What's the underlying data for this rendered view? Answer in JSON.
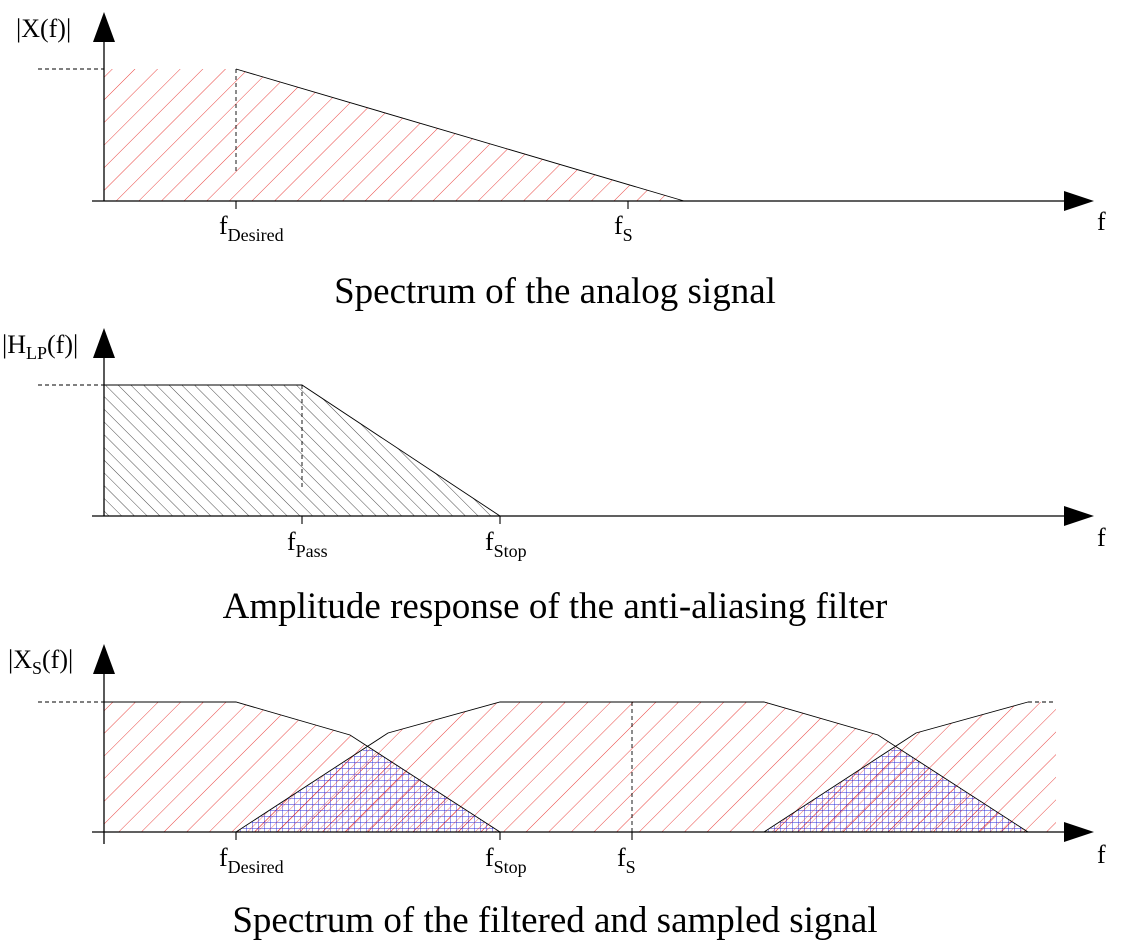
{
  "panel1": {
    "y_label_main": "|X(f)|",
    "x_label": "f",
    "ticks": [
      {
        "main": "f",
        "sub": "Desired"
      },
      {
        "main": "f",
        "sub": "S"
      }
    ],
    "caption": "Spectrum of the analog signal"
  },
  "panel2": {
    "y_label_pre": "|H",
    "y_label_sub": "LP",
    "y_label_post": "(f)|",
    "x_label": "f",
    "ticks": [
      {
        "main": "f",
        "sub": "Pass"
      },
      {
        "main": "f",
        "sub": "Stop"
      }
    ],
    "caption": "Amplitude response of the anti-aliasing filter"
  },
  "panel3": {
    "y_label_pre": "|X",
    "y_label_sub": "S",
    "y_label_post": "(f)|",
    "x_label": "f",
    "ticks": [
      {
        "main": "f",
        "sub": "Desired"
      },
      {
        "main": "f",
        "sub": "Stop"
      },
      {
        "main": "f",
        "sub": "S"
      }
    ],
    "caption": "Spectrum of the filtered and sampled signal"
  },
  "colors": {
    "signal_hatch": "#e8322e",
    "filter_hatch": "#222222",
    "alias_hatch": "#2a2ad8"
  }
}
